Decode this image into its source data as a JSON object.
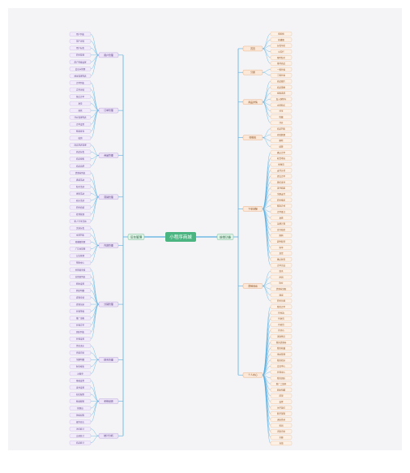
{
  "mindmap": {
    "root": {
      "label": "小程序商城"
    },
    "branches": [
      {
        "side": "left",
        "label": "后台管理",
        "groups": [
          {
            "label": "用户管理",
            "items": [
              "用户列表",
              "用户详情",
              "用户标签",
              "积分管理",
              "用户等级设置",
              "会员卡管理",
              "地址管理列表"
            ]
          },
          {
            "label": "订单管理",
            "items": [
              "订单列表",
              "订单详情",
              "售后订单",
              "发货",
              "退款",
              "评价管理列表",
              "订单设置",
              "物流查询",
              "核销"
            ]
          },
          {
            "label": "商品管理",
            "items": [
              "商品列表管理",
              "商品分类",
              "商品规格",
              "商品品牌"
            ]
          },
          {
            "label": "营销管理",
            "items": [
              "优惠券列表",
              "满减活动",
              "秒杀活动",
              "拼团活动",
              "砍价活动",
              "积分商城",
              "签到管理",
              "新人专享活动"
            ]
          },
          {
            "label": "内容管理",
            "items": [
              "文章分类",
              "文章列表",
              "轮播图管理",
              "广告位管理",
              "公告管理",
              "帮助中心"
            ]
          },
          {
            "label": "分销管理",
            "items": [
              "分销商审核",
              "分销商列表",
              "佣金设置",
              "佣金明细",
              "提现申请",
              "提现记录",
              "分销等级",
              "推广海报",
              "分销订单",
              "团队列表",
              "分销设置"
            ]
          },
          {
            "label": "财务管理",
            "items": [
              "资金流水",
              "充值记录",
              "余额明细",
              "财务报表",
              "对账单"
            ]
          },
          {
            "label": "系统设置",
            "items": [
              "基础设置",
              "支付设置",
              "短信配置",
              "物流配置",
              "管理员",
              "角色权限",
              "操作日志"
            ]
          },
          {
            "label": "统计分析",
            "items": [
              "访问统计",
              "交易统计",
              "商品统计"
            ]
          }
        ]
      },
      {
        "side": "right",
        "label": "前端功能",
        "groups": [
          {
            "label": "首页",
            "items": [
              "搜索框",
              "轮播图",
              "分类导航",
              "公告栏",
              "限时秒杀",
              "推荐商品"
            ]
          },
          {
            "label": "分类",
            "items": [
              "一级分类",
              "二级分类"
            ]
          },
          {
            "label": "商品详情",
            "items": [
              "商品图片",
              "商品参数",
              "规格选择",
              "加入购物车",
              "立即购买",
              "分享",
              "收藏",
              "评价"
            ]
          },
          {
            "label": "购物车",
            "items": [
              "商品列表",
              "修改数量",
              "删除",
              "结算"
            ]
          },
          {
            "label": "下单流程",
            "items": [
              "确认订单",
              "收货地址",
              "优惠券",
              "支付方式",
              "提交订单",
              "微信支付",
              "支付结果",
              "余额支付",
              "积分抵扣",
              "配送方式",
              "订单备注",
              "发票",
              "运费计算",
              "库存校验",
              "限购",
              "超时取消",
              "拆单",
              "发货",
              "确认收货",
              "订单完成"
            ]
          },
          {
            "label": "营销活动",
            "items": [
              "秒杀",
              "拼团",
              "砍价",
              "优惠券领取",
              "满减",
              "积分兑换"
            ]
          },
          {
            "label": "个人中心",
            "items": [
              "我的订单",
              "待付款",
              "待发货",
              "待收货",
              "待评价",
              "退款售后",
              "我的优惠券",
              "我的收藏",
              "地址管理",
              "我的积分",
              "会员中心",
              "分销中心",
              "我的团队",
              "推广二维码",
              "佣金明细",
              "提现",
              "设置",
              "关于我们",
              "联系客服",
              "退出登录",
              "签到",
              "浏览记录",
              "余额",
              "充值"
            ]
          }
        ]
      }
    ]
  }
}
